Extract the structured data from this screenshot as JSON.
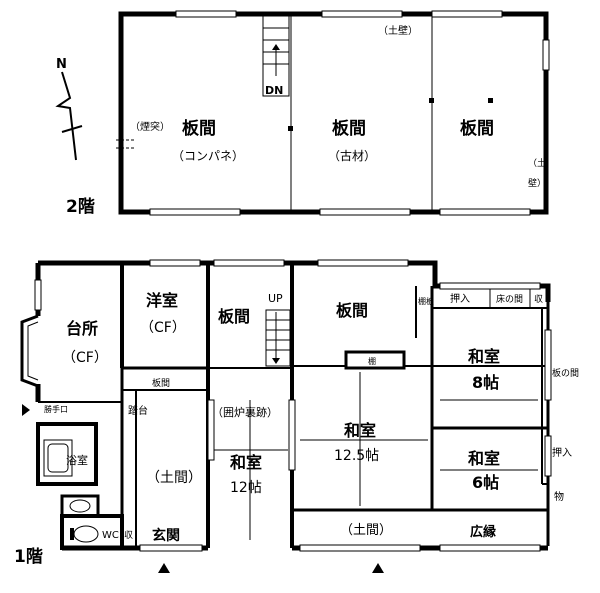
{
  "floors": {
    "second": {
      "label": "2階",
      "rooms": [
        {
          "name": "板間",
          "sub": "（コンパネ）",
          "note": "（煙突）"
        },
        {
          "name": "板間",
          "sub": "（古材）"
        },
        {
          "name": "板間"
        }
      ],
      "notes": {
        "wall_top": "（土壁）",
        "wall_right_top": "（土",
        "wall_right_bottom": "壁）",
        "stair": "DN"
      }
    },
    "first": {
      "label": "1階",
      "rooms": {
        "kitchen": {
          "name": "台所",
          "sub": "（CF）"
        },
        "western": {
          "name": "洋室",
          "sub": "（CF）"
        },
        "itama_small": {
          "name": "板間"
        },
        "itama_big": {
          "name": "板間"
        },
        "itama_corridor": {
          "name": "板間"
        },
        "fumidai": {
          "name": "踏台"
        },
        "doma_left": {
          "name": "（土間）"
        },
        "genkan": {
          "name": "玄関"
        },
        "irori": {
          "name": "（囲炉裏跡）"
        },
        "washitsu12": {
          "name": "和室",
          "sub": "12帖"
        },
        "washitsu125": {
          "name": "和室",
          "sub": "12.5帖"
        },
        "washitsu8": {
          "name": "和室",
          "sub": "8帖"
        },
        "washitsu6": {
          "name": "和室",
          "sub": "6帖"
        },
        "doma_center": {
          "name": "（土間）"
        },
        "hiroen": {
          "name": "広縁"
        },
        "bath": {
          "name": "浴室"
        },
        "wc": {
          "name": "WC"
        },
        "hand_wash": {
          "name": "勝手口"
        },
        "tana": {
          "name": "棚"
        },
        "tana_ita": {
          "name": "棚板"
        },
        "oshiire_top": {
          "name": "押入"
        },
        "tokonoma": {
          "name": "床の間"
        },
        "shu": {
          "name": "収"
        },
        "itanoma": {
          "name": "板の間"
        },
        "oshiire_right": {
          "name": "押入"
        },
        "mono": {
          "name": "物"
        },
        "shu_small": {
          "name": "収"
        },
        "up": {
          "name": "UP"
        }
      }
    }
  },
  "compass": {
    "label": "N"
  }
}
